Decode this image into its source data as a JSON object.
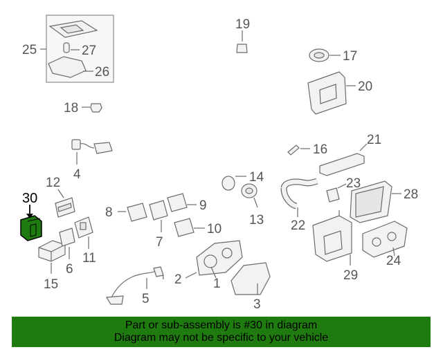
{
  "parts": [
    {
      "id": "1",
      "label": "1"
    },
    {
      "id": "2",
      "label": "2"
    },
    {
      "id": "3",
      "label": "3"
    },
    {
      "id": "4",
      "label": "4"
    },
    {
      "id": "5",
      "label": "5"
    },
    {
      "id": "6",
      "label": "6"
    },
    {
      "id": "7",
      "label": "7"
    },
    {
      "id": "8",
      "label": "8"
    },
    {
      "id": "9",
      "label": "9"
    },
    {
      "id": "10",
      "label": "10"
    },
    {
      "id": "11",
      "label": "11"
    },
    {
      "id": "12",
      "label": "12"
    },
    {
      "id": "13",
      "label": "13"
    },
    {
      "id": "14",
      "label": "14"
    },
    {
      "id": "15",
      "label": "15"
    },
    {
      "id": "16",
      "label": "16"
    },
    {
      "id": "17",
      "label": "17"
    },
    {
      "id": "18",
      "label": "18"
    },
    {
      "id": "19",
      "label": "19"
    },
    {
      "id": "20",
      "label": "20"
    },
    {
      "id": "21",
      "label": "21"
    },
    {
      "id": "22",
      "label": "22"
    },
    {
      "id": "23",
      "label": "23"
    },
    {
      "id": "24",
      "label": "24"
    },
    {
      "id": "25",
      "label": "25"
    },
    {
      "id": "26",
      "label": "26"
    },
    {
      "id": "27",
      "label": "27"
    },
    {
      "id": "28",
      "label": "28"
    },
    {
      "id": "29",
      "label": "29"
    },
    {
      "id": "30",
      "label": "30"
    }
  ],
  "highlight_part": "30",
  "colors": {
    "highlight_fill": "#1f7a0f",
    "banner_bg": "#1f7a0f",
    "line": "#6a6a6a",
    "label": "#555555"
  },
  "banner": {
    "line1": "Part or sub-assembly is #30 in diagram",
    "line2": "Diagram may not be specific to your vehicle"
  }
}
